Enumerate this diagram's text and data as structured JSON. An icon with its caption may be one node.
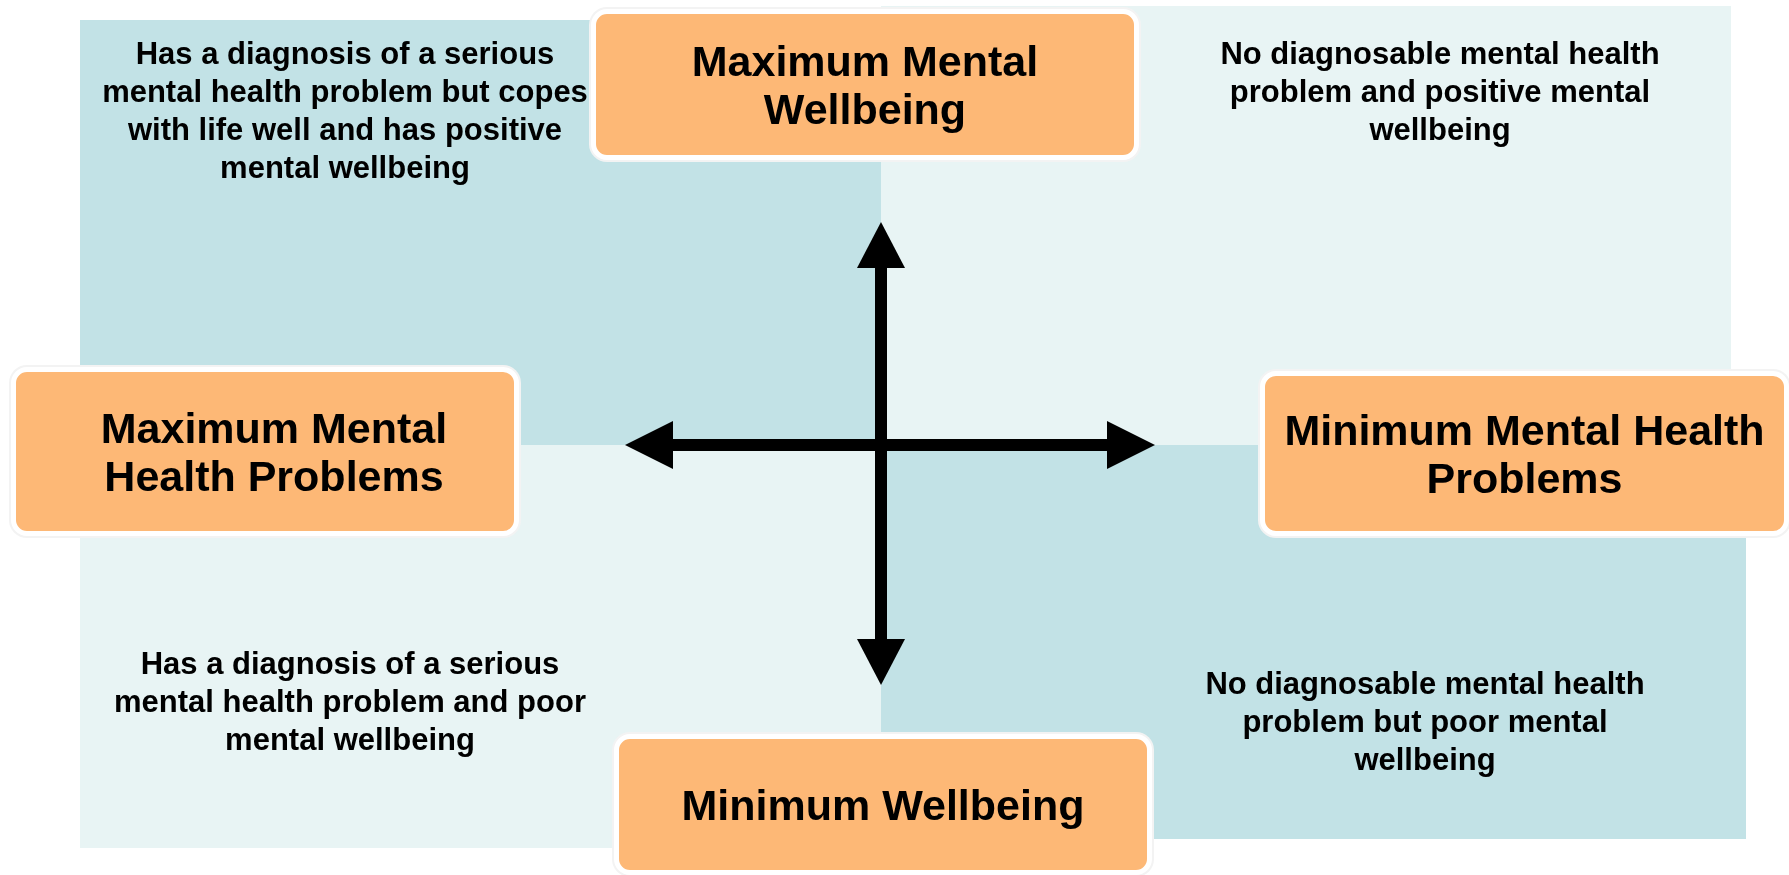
{
  "diagram": {
    "nodes": [
      {
        "text": [
          "Has a diagnosis of a serious mental health problem but copes with life well and has positive mental wellbeing"
        ]
      },
      {
        "text": [
          "Maximum Mental Wellbeing"
        ]
      },
      {
        "text": [
          "No diagnosable mental health problem and positive mental wellbeing"
        ]
      },
      {
        "text": [
          "Maximum Mental Health Problems"
        ]
      },
      {
        "text": [
          "Minimum Mental Health Problems"
        ]
      },
      {
        "text": [
          "Has a diagnosis of a serious mental health problem and poor mental wellbeing"
        ]
      },
      {
        "text": [
          "Minimum Wellbeing"
        ]
      },
      {
        "text": [
          "No diagnosable mental health problem but poor mental wellbeing"
        ]
      }
    ]
  }
}
